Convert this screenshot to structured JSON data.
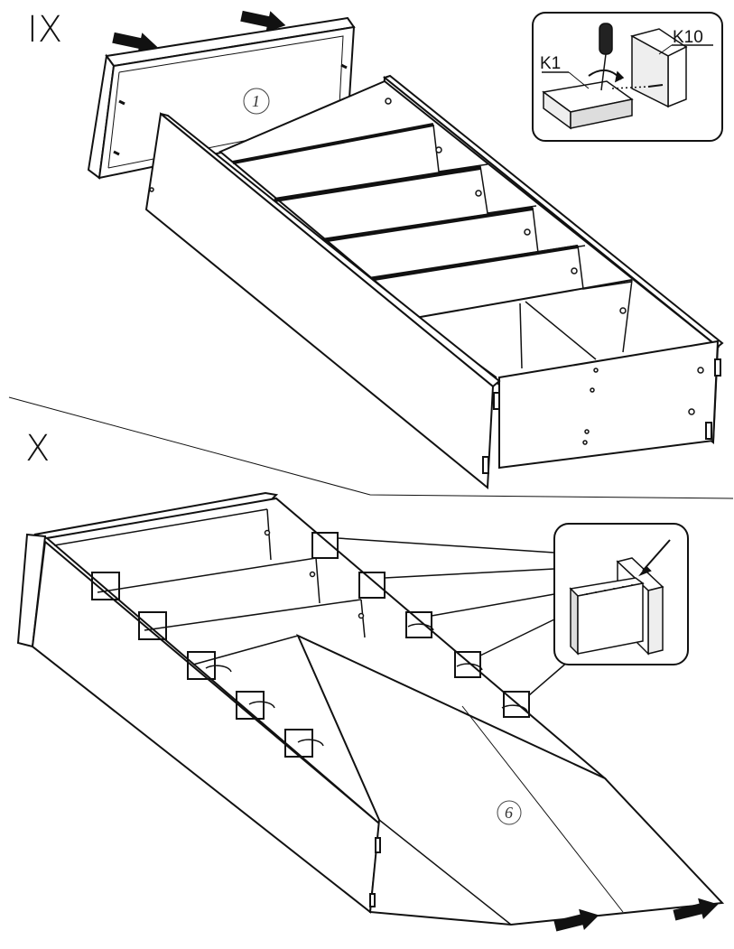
{
  "steps": {
    "step_ix": "IX",
    "step_x": "X"
  },
  "parts": {
    "back_panel_number": "1",
    "bottom_panel_number": "6",
    "detail_k1": "K1",
    "detail_k10": "K10"
  },
  "colors": {
    "line": "#111111",
    "fill": "#ffffff",
    "shade": "#e6e6e6",
    "dark": "#222222"
  },
  "icons": {
    "push_arrow": "arrow-right-icon",
    "screwdriver": "screwdriver-icon",
    "hammer": "pencil-icon"
  }
}
